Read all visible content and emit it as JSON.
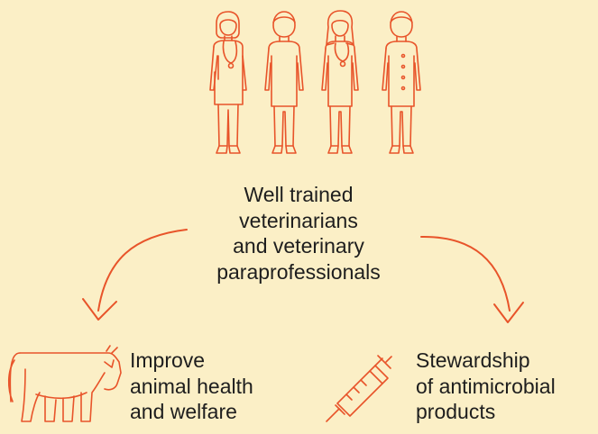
{
  "center_label": [
    "Well trained",
    "veterinarians",
    "and veterinary",
    "paraprofessionals"
  ],
  "left_outcome": [
    "Improve",
    "animal health",
    "and welfare"
  ],
  "right_outcome": [
    "Stewardship",
    "of antimicrobial",
    "products"
  ],
  "colors": {
    "background": "#FBEFC6",
    "accent": "#E8542A",
    "text": "#1E1E1E"
  },
  "icons": [
    "people-group-icon",
    "cow-icon",
    "syringe-icon",
    "arrow-left-icon",
    "arrow-right-icon"
  ]
}
